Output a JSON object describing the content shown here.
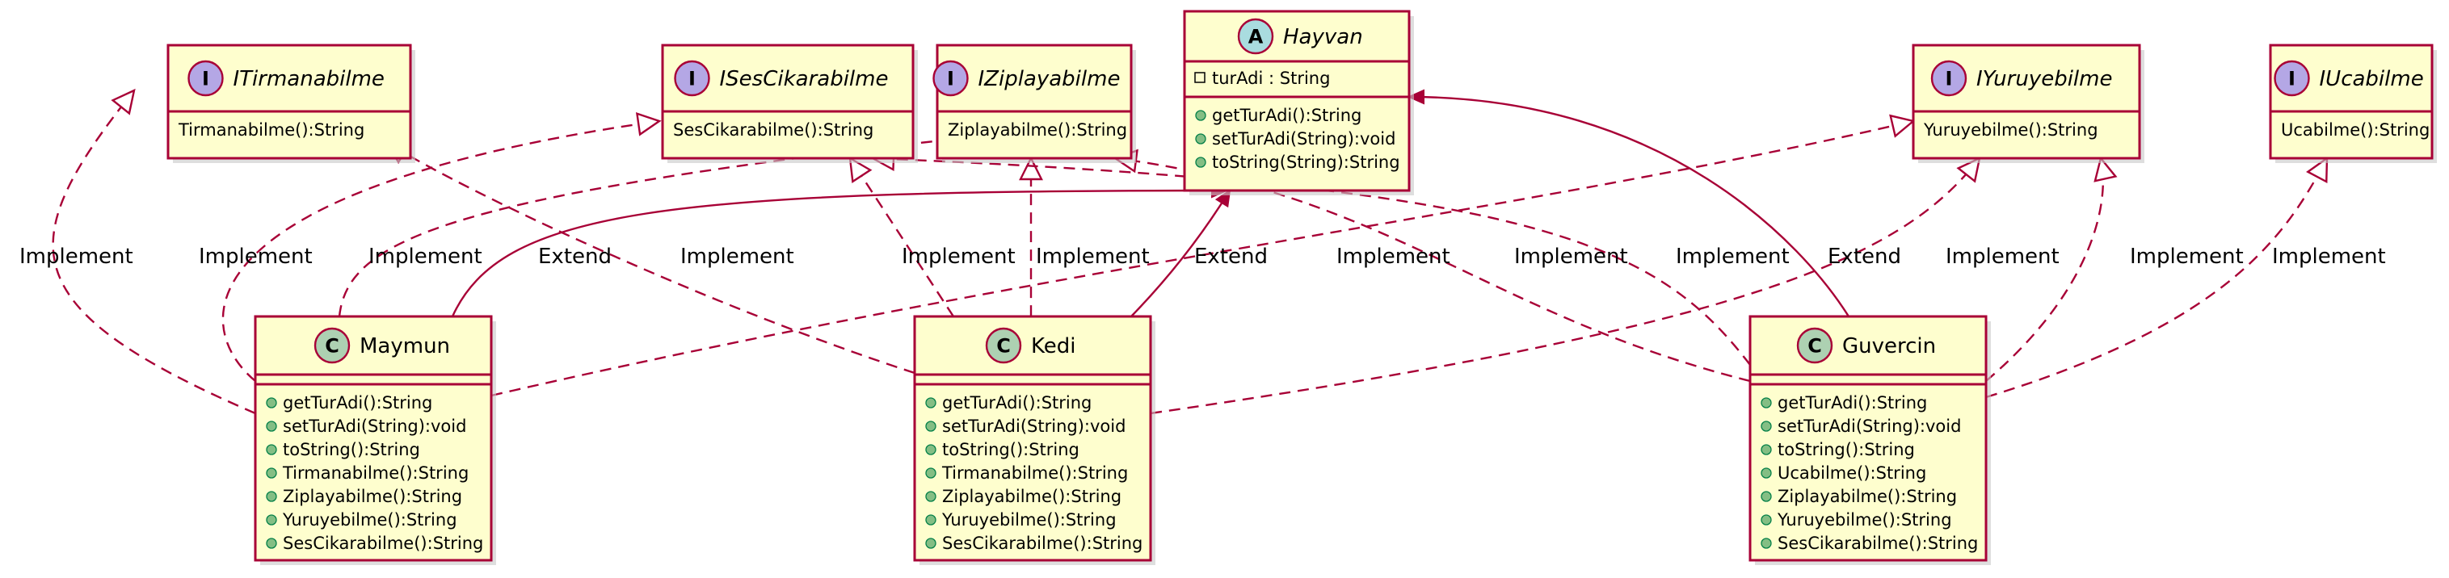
{
  "colors": {
    "box_fill": "#FEFECE",
    "border": "#A80036",
    "interface_badge": "#B4A7E5",
    "abstract_badge": "#A9DCDF",
    "class_badge": "#ADD1B2",
    "public_method": "#84BE84"
  },
  "nodes": {
    "itirmanabilme": {
      "kind": "I",
      "name": "ITirmanabilme",
      "members": [
        "Tirmanabilme():String"
      ]
    },
    "isescikarabilme": {
      "kind": "I",
      "name": "ISesCikarabilme",
      "members": [
        "SesCikarabilme():String"
      ]
    },
    "iziplayabilme": {
      "kind": "I",
      "name": "IZiplayabilme",
      "members": [
        "Ziplayabilme():String"
      ]
    },
    "hayvan": {
      "kind": "A",
      "name": "Hayvan",
      "fields": [
        "turAdi : String"
      ],
      "members": [
        "getTurAdi():String",
        "setTurAdi(String):void",
        "toString(String):String"
      ]
    },
    "iyuruyebilme": {
      "kind": "I",
      "name": "IYuruyebilme",
      "members": [
        "Yuruyebilme():String"
      ]
    },
    "iucabilme": {
      "kind": "I",
      "name": "IUcabilme",
      "members": [
        "Ucabilme():String"
      ]
    },
    "maymun": {
      "kind": "C",
      "name": "Maymun",
      "members": [
        "getTurAdi():String",
        "setTurAdi(String):void",
        "toString():String",
        "Tirmanabilme():String",
        "Ziplayabilme():String",
        "Yuruyebilme():String",
        "SesCikarabilme():String"
      ]
    },
    "kedi": {
      "kind": "C",
      "name": "Kedi",
      "members": [
        "getTurAdi():String",
        "setTurAdi(String):void",
        "toString():String",
        "Tirmanabilme():String",
        "Ziplayabilme():String",
        "Yuruyebilme():String",
        "SesCikarabilme():String"
      ]
    },
    "guvercin": {
      "kind": "C",
      "name": "Guvercin",
      "members": [
        "getTurAdi():String",
        "setTurAdi(String):void",
        "toString():String",
        "Ucabilme():String",
        "Ziplayabilme():String",
        "Yuruyebilme():String",
        "SesCikarabilme():String"
      ]
    }
  },
  "edges": [
    {
      "from": "maymun",
      "to": "itirmanabilme",
      "label": "Implement"
    },
    {
      "from": "maymun",
      "to": "isescikarabilme",
      "label": "Implement"
    },
    {
      "from": "maymun",
      "to": "iziplayabilme",
      "label": "Implement"
    },
    {
      "from": "maymun",
      "to": "hayvan",
      "label": "Extend"
    },
    {
      "from": "kedi",
      "to": "itirmanabilme",
      "label": "Implement"
    },
    {
      "from": "kedi",
      "to": "isescikarabilme",
      "label": "Implement"
    },
    {
      "from": "kedi",
      "to": "iziplayabilme",
      "label": "Implement"
    },
    {
      "from": "kedi",
      "to": "hayvan",
      "label": "Extend"
    },
    {
      "from": "maymun",
      "to": "iyuruyebilme",
      "label": "Implement"
    },
    {
      "from": "guvercin",
      "to": "iziplayabilme",
      "label": "Implement"
    },
    {
      "from": "guvercin",
      "to": "isescikarabilme",
      "label": "Implement"
    },
    {
      "from": "guvercin",
      "to": "hayvan",
      "label": "Extend"
    },
    {
      "from": "kedi",
      "to": "iyuruyebilme",
      "label": "Implement"
    },
    {
      "from": "guvercin",
      "to": "iyuruyebilme",
      "label": "Implement"
    },
    {
      "from": "guvercin",
      "to": "iucabilme",
      "label": "Implement"
    }
  ]
}
